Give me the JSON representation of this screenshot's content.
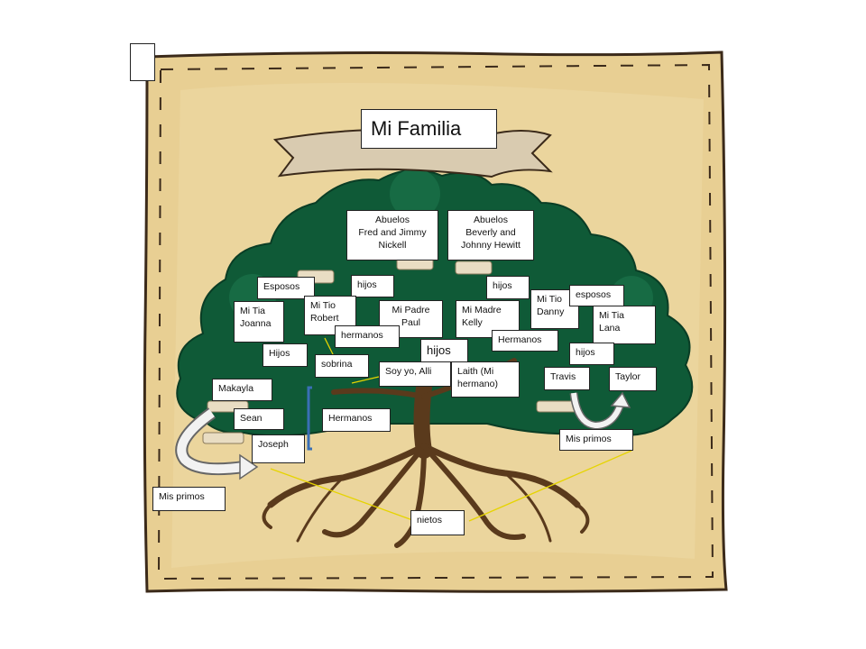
{
  "title": "Mi Familia",
  "nodes": {
    "abuelos_nickell": "Abuelos\nFred and Jimmy\nNickell",
    "abuelos_hewitt": "Abuelos\nBeverly and\nJohnny Hewitt",
    "esposos_left": "Esposos",
    "hijos_top_left": "hijos",
    "hijos_top_right": "hijos",
    "mi_tio_danny": "Mi Tio\nDanny",
    "esposos_right": "esposos",
    "mi_tia_joanna": "Mi Tia\nJoanna",
    "mi_tio_robert": "Mi Tio\nRobert",
    "mi_padre": "Mi Padre\nPaul",
    "mi_madre": "Mi Madre\nKelly",
    "mi_tia_lana": "Mi Tia\nLana",
    "hermanos_mid": "hermanos",
    "hermanos_right": "Hermanos",
    "hijos_left": "Hijos",
    "hijos_center": "hijos",
    "hijos_right": "hijos",
    "sobrina": "sobrina",
    "soy_yo": "Soy yo, Alli",
    "laith": "Laith  (Mi\nhermano)",
    "travis": "Travis",
    "taylor": "Taylor",
    "makayla": "Makayla",
    "sean": "Sean",
    "hermanos_left": "Hermanos",
    "joseph": "Joseph",
    "mis_primos_right": "Mis primos",
    "mis_primos_left": "Mis primos",
    "nietos": "nietos"
  },
  "colors": {
    "parchment": "#e8cf93",
    "tree_green": "#0f5a37",
    "trunk_brown": "#5a3a1c",
    "connector_yellow": "#e6d400",
    "bracket_blue": "#3a6fb5"
  }
}
